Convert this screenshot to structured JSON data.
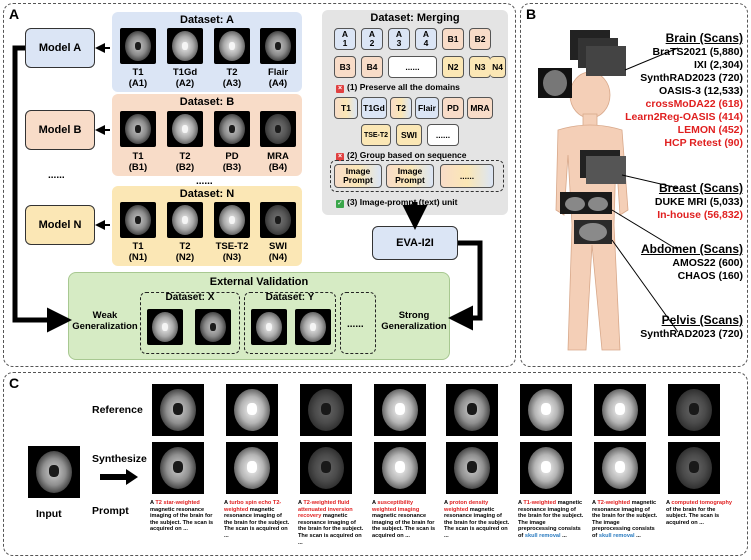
{
  "panels": {
    "a": "A",
    "b": "B",
    "c": "C"
  },
  "colors": {
    "dataset_a": "#dbe5f5",
    "dataset_b": "#f8dcc8",
    "dataset_n": "#fbe7b5",
    "merge_bg": "#e4e4e4",
    "eval_bg": "#d6ebc4",
    "highlight_red": "#e02020",
    "highlight_blue": "#2a7bc0"
  },
  "models": {
    "a": "Model A",
    "b": "Model B",
    "n": "Model N",
    "ellipsis": "......"
  },
  "datasets": {
    "a": {
      "title": "Dataset: A",
      "scans": [
        {
          "label": "T1",
          "code": "(A1)"
        },
        {
          "label": "T1Gd",
          "code": "(A2)"
        },
        {
          "label": "T2",
          "code": "(A3)"
        },
        {
          "label": "Flair",
          "code": "(A4)"
        }
      ]
    },
    "b": {
      "title": "Dataset: B",
      "scans": [
        {
          "label": "T1",
          "code": "(B1)"
        },
        {
          "label": "T2",
          "code": "(B2)"
        },
        {
          "label": "PD",
          "code": "(B3)"
        },
        {
          "label": "MRA",
          "code": "(B4)"
        }
      ]
    },
    "n": {
      "title": "Dataset: N",
      "scans": [
        {
          "label": "T1",
          "code": "(N1)"
        },
        {
          "label": "T2",
          "code": "(N2)"
        },
        {
          "label": "TSE-T2",
          "code": "(N3)"
        },
        {
          "label": "SWI",
          "code": "(N4)"
        }
      ]
    },
    "ellipsis": "......"
  },
  "merging": {
    "title": "Dataset: Merging",
    "row1": [
      "A\n1",
      "A\n2",
      "A\n3",
      "A\n4",
      "B1",
      "B2"
    ],
    "row2": [
      "B3",
      "B4",
      "......",
      "N2",
      "N3",
      "N4"
    ],
    "note1": "(1) Preserve all the domains",
    "row3": [
      "T1",
      "T1Gd",
      "T2",
      "Flair",
      "PD",
      "MRA"
    ],
    "row4": [
      "TSE-T2",
      "SWI",
      "......"
    ],
    "note2": "(2) Group based on sequence",
    "row5": [
      "Image\nPrompt",
      "Image\nPrompt",
      "......"
    ],
    "note3": "(3) Image-prompt (text) unit"
  },
  "eva": "EVA-I2I",
  "validation": {
    "title": "External Validation",
    "weak": "Weak\nGeneralization",
    "strong": "Strong\nGeneralization",
    "x": "Dataset: X",
    "y": "Dataset: Y",
    "ellipsis": "......"
  },
  "body": {
    "brain_head": "Brain (Scans)",
    "brain": [
      {
        "text": "BraTS2021 (5,880)",
        "red": false
      },
      {
        "text": "IXI (2,304)",
        "red": false
      },
      {
        "text": "SynthRAD2023 (720)",
        "red": false
      },
      {
        "text": "OASIS-3 (12,533)",
        "red": false
      },
      {
        "text": "crossMoDA22 (618)",
        "red": true
      },
      {
        "text": "Learn2Reg-OASIS (414)",
        "red": true
      },
      {
        "text": "LEMON (452)",
        "red": true
      },
      {
        "text": "HCP Retest (90)",
        "red": true
      }
    ],
    "breast_head": "Breast (Scans)",
    "breast": [
      {
        "text": "DUKE MRI (5,033)",
        "red": false
      },
      {
        "text": "In-house (56,832)",
        "red": true
      }
    ],
    "abdomen_head": "Abdomen (Scans)",
    "abdomen": [
      {
        "text": "AMOS22 (600)",
        "red": false
      },
      {
        "text": "CHAOS (160)",
        "red": false
      }
    ],
    "pelvis_head": "Pelvis (Scans)",
    "pelvis": [
      {
        "text": "SynthRAD2023 (720)",
        "red": false
      }
    ]
  },
  "panel_c": {
    "reference": "Reference",
    "synthesize": "Synthesize",
    "input": "Input",
    "prompt": "Prompt",
    "prompts": [
      {
        "pre": "A ",
        "hl": "T2 star-weighted",
        "hl_color": "red",
        "post": " magnetic resonance imaging of the brain for the subject. The scan is acquired on ..."
      },
      {
        "pre": "A ",
        "hl": "turbo spin echo T2-weighted",
        "hl_color": "red",
        "post": " magnetic resonance imaging of the brain for the subject. The scan is acquired on ..."
      },
      {
        "pre": "A ",
        "hl": "T2-weighted fluid attenuated inversion recovery",
        "hl_color": "red",
        "post": " magnetic resonance imaging of the brain for the subject. The scan is acquired on ..."
      },
      {
        "pre": "A ",
        "hl": "susceptibility weighted imaging",
        "hl_color": "red",
        "post": " magnetic resonance imaging of the brain for the subject. The scan is acquired on ..."
      },
      {
        "pre": "A ",
        "hl": "proton density weighted",
        "hl_color": "red",
        "post": " magnetic resonance imaging of the brain for the subject. The scan is acquired on ..."
      },
      {
        "pre": "A ",
        "hl": "T1-weighted",
        "hl_color": "red",
        "post": " magnetic resonance imaging of the brain for the subject. The image preprocessing consists of ",
        "hl2": "skull removal",
        "post2": " ..."
      },
      {
        "pre": "A ",
        "hl": "T2-weighted",
        "hl_color": "red",
        "post": " magnetic resonance imaging of the brain for the subject. The image preprocessing consists of ",
        "hl2": "skull removal",
        "post2": " ..."
      },
      {
        "pre": "A ",
        "hl": "computed tomography",
        "hl_color": "red",
        "post": " of the brain for the subject. The scan is acquired on ..."
      }
    ]
  }
}
